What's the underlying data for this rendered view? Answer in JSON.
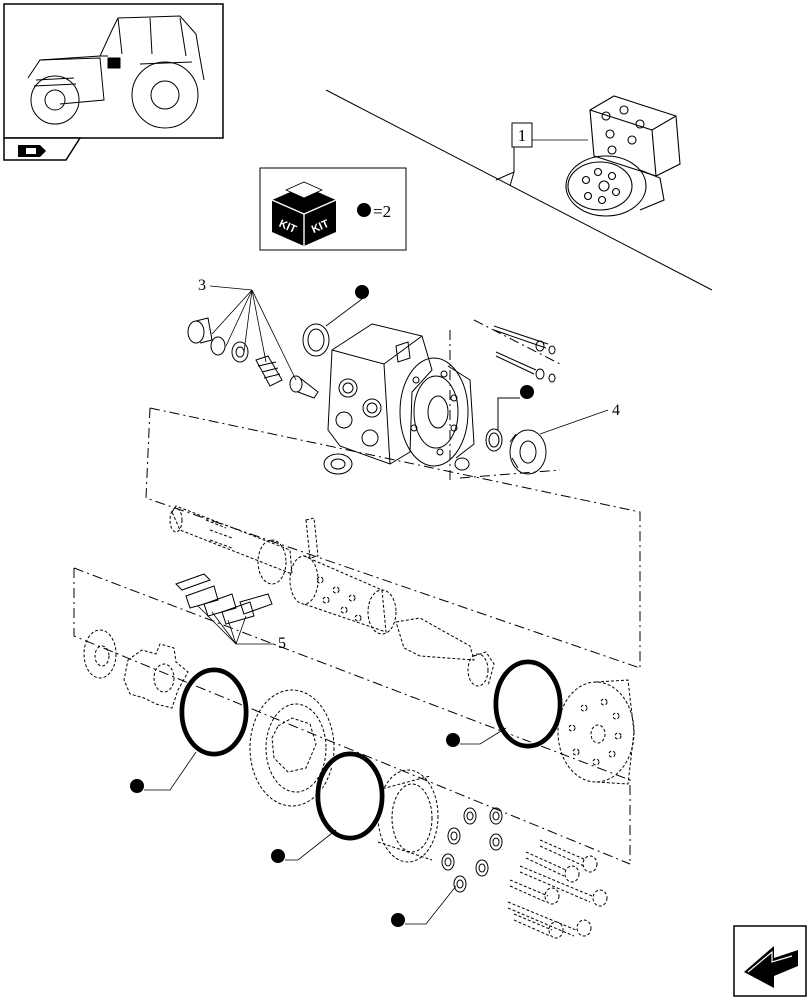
{
  "thumbnail": {
    "icon": "tractor-thumbnail",
    "tab_icon": "book-arrow-icon"
  },
  "kit_box": {
    "kit_label_left": "KIT",
    "kit_label_right": "KIT",
    "equation": "=2",
    "bullet": "●"
  },
  "callouts": {
    "ref_1": "1",
    "ref_3": "3",
    "ref_4": "4",
    "ref_5": "5"
  },
  "nav": {
    "next_icon": "next-page-arrow-icon"
  },
  "colors": {
    "line": "#000000",
    "background": "#ffffff",
    "bullet": "#000000"
  }
}
